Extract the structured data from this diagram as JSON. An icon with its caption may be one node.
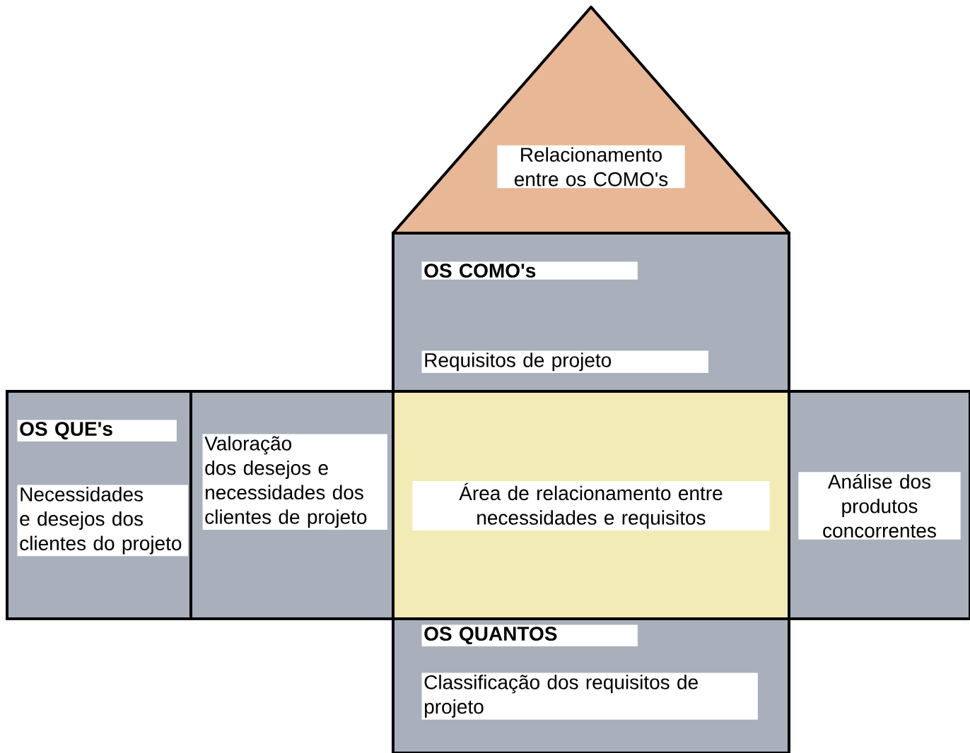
{
  "diagram": {
    "nodes": [
      {
        "text": [
          "Relacionamento entre os COMO's"
        ]
      },
      {
        "text": [
          "OS COMO's",
          "Requisitos de projeto"
        ]
      },
      {
        "text": [
          "OS QUE's",
          "Necessidades e desejos dos clientes do projeto"
        ]
      },
      {
        "text": [
          "Valoração dos desejos e necessidades dos clientes de projeto"
        ]
      },
      {
        "text": [
          "Área de relacionamento entre necessidades e requisitos"
        ]
      },
      {
        "text": [
          "Análise dos produtos concorrentes"
        ]
      },
      {
        "text": [
          "OS QUANTOS",
          "Classificação dos requisitos de projeto"
        ]
      }
    ]
  }
}
